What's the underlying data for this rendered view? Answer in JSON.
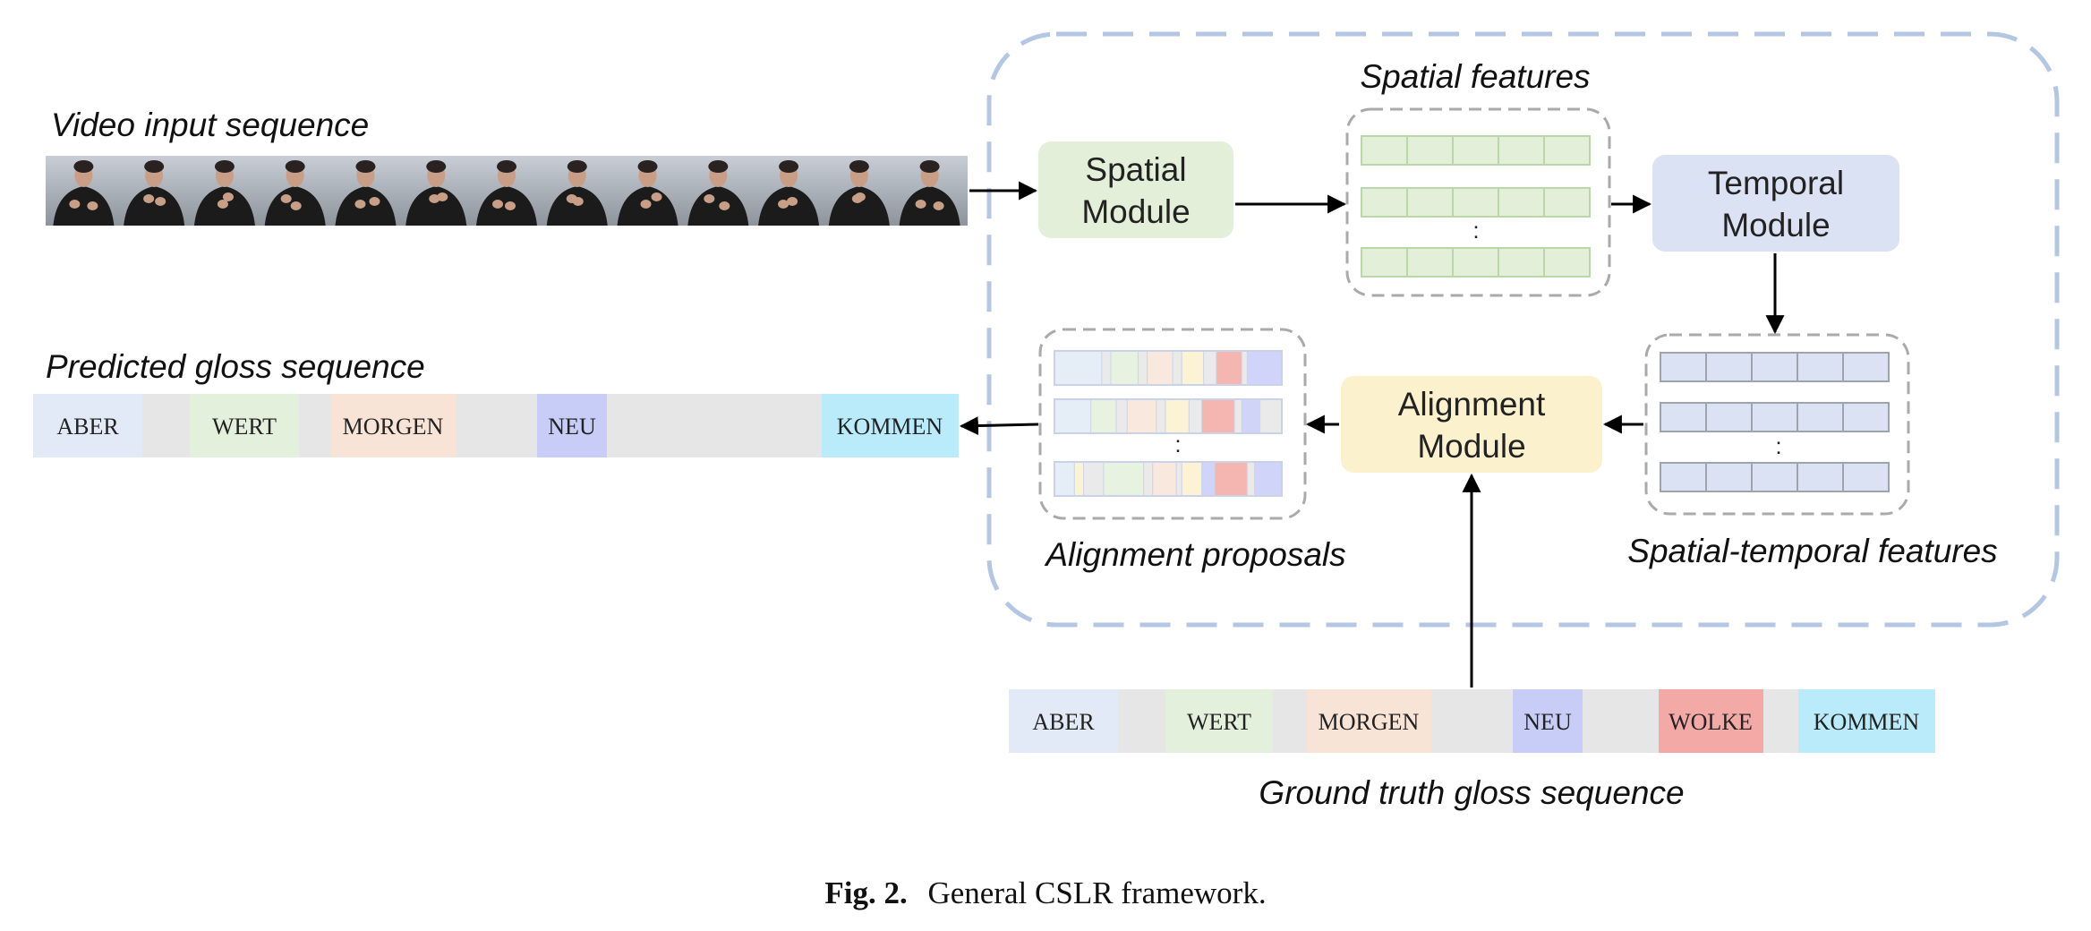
{
  "labels": {
    "video_input": "Video input sequence",
    "spatial_features": "Spatial features",
    "predicted_gloss": "Predicted gloss sequence",
    "alignment_proposals": "Alignment proposals",
    "spatial_temporal_features": "Spatial-temporal features",
    "ground_truth": "Ground truth gloss sequence"
  },
  "modules": {
    "spatial": [
      "Spatial",
      "Module"
    ],
    "temporal": [
      "Temporal",
      "Module"
    ],
    "alignment": [
      "Alignment",
      "Module"
    ]
  },
  "ellipsis": ":",
  "predicted_gloss": [
    "ABER",
    "WERT",
    "MORGEN",
    "NEU",
    "KOMMEN"
  ],
  "ground_truth_gloss": [
    "ABER",
    "WERT",
    "MORGEN",
    "NEU",
    "WOLKE",
    "KOMMEN"
  ],
  "caption": {
    "fig": "Fig. 2.",
    "text": "General CSLR framework."
  },
  "colors": {
    "aber": "#e1eaf6",
    "wert": "#e3f0db",
    "morgen": "#f8e4d7",
    "neu": "#c7cdf7",
    "wolke": "#f3a9a5",
    "kommen": "#b9ebfa",
    "blank": "#e6e6e6",
    "spatial_module": "#e3efd9",
    "temporal_module": "#dbe2f3",
    "alignment_module": "#fcf1cd",
    "dashed_border": "#b3c6e3"
  }
}
